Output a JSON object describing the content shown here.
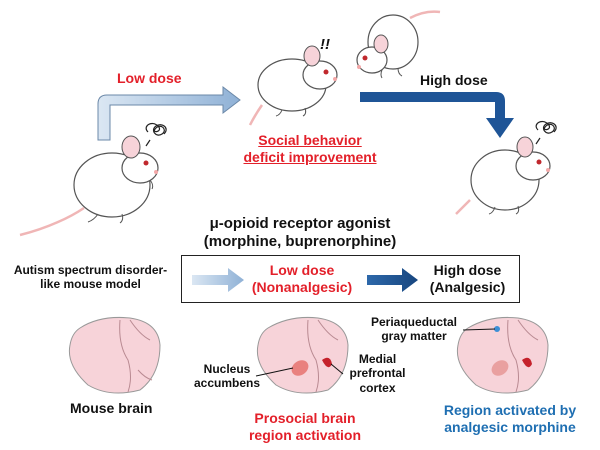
{
  "labels": {
    "low_dose_top": "Low dose",
    "high_dose_top": "High dose",
    "exclaim": "!!",
    "social_line1": "Social behavior",
    "social_line2": "deficit improvement",
    "agonist_line1": "μ-opioid receptor agonist",
    "agonist_line2": "(morphine, buprenorphine)",
    "model_line1": "Autism spectrum disorder-",
    "model_line2": "like mouse model",
    "box_low_line1": "Low dose",
    "box_low_line2": "(Nonanalgesic)",
    "box_high_line1": "High dose",
    "box_high_line2": "(Analgesic)",
    "mouse_brain": "Mouse brain",
    "nucleus_line1": "Nucleus",
    "nucleus_line2": "accumbens",
    "mpfc_line1": "Medial",
    "mpfc_line2": "prefrontal",
    "mpfc_line3": "cortex",
    "pag_line1": "Periaqueductal",
    "pag_line2": "gray matter",
    "prosocial_line1": "Prosocial brain",
    "prosocial_line2": "region activation",
    "analgesic_line1": "Region activated by",
    "analgesic_line2": "analgesic morphine"
  },
  "colors": {
    "red": "#e3202a",
    "blue": "#1f6fb2",
    "light_blue_arrow": "#a9c4de",
    "dark_blue_arrow": "#1f5597",
    "brain_pink": "#f7d3d9",
    "mouse_pink": "#f4c7c7"
  },
  "icons": [
    "mouse-sad-left",
    "mouse-social-center",
    "mouse-partner",
    "mouse-sad-right",
    "brain-plain",
    "brain-prosocial",
    "brain-analgesic"
  ]
}
